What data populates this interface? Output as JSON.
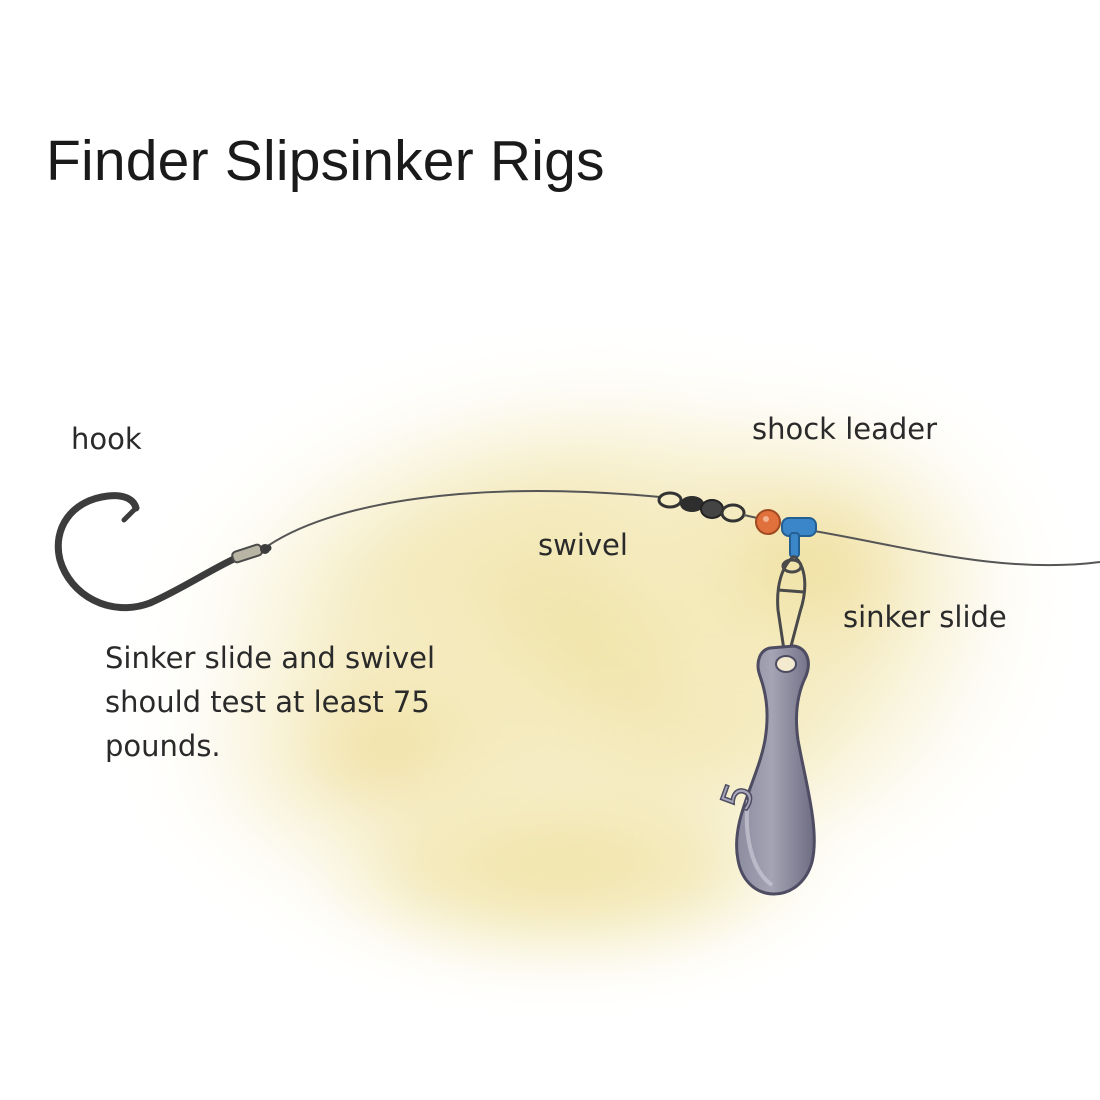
{
  "title": "Finder Slipsinker Rigs",
  "labels": {
    "hook": "hook",
    "shock_leader": "shock leader",
    "swivel": "swivel",
    "sinker_slide": "sinker slide"
  },
  "note": "Sinker slide and swivel should test at least 75 pounds.",
  "sinker_weight_mark": "5",
  "colors": {
    "wash": "#f1e4a3",
    "line": "#555555",
    "hook": "#3c3c3c",
    "bead": "#e0703c",
    "slide": "#3a86c8",
    "sinker": "#7a7888"
  },
  "icons": [
    "hook-icon",
    "swivel-icon",
    "bead-icon",
    "sinker-slide-icon",
    "sinker-icon"
  ]
}
